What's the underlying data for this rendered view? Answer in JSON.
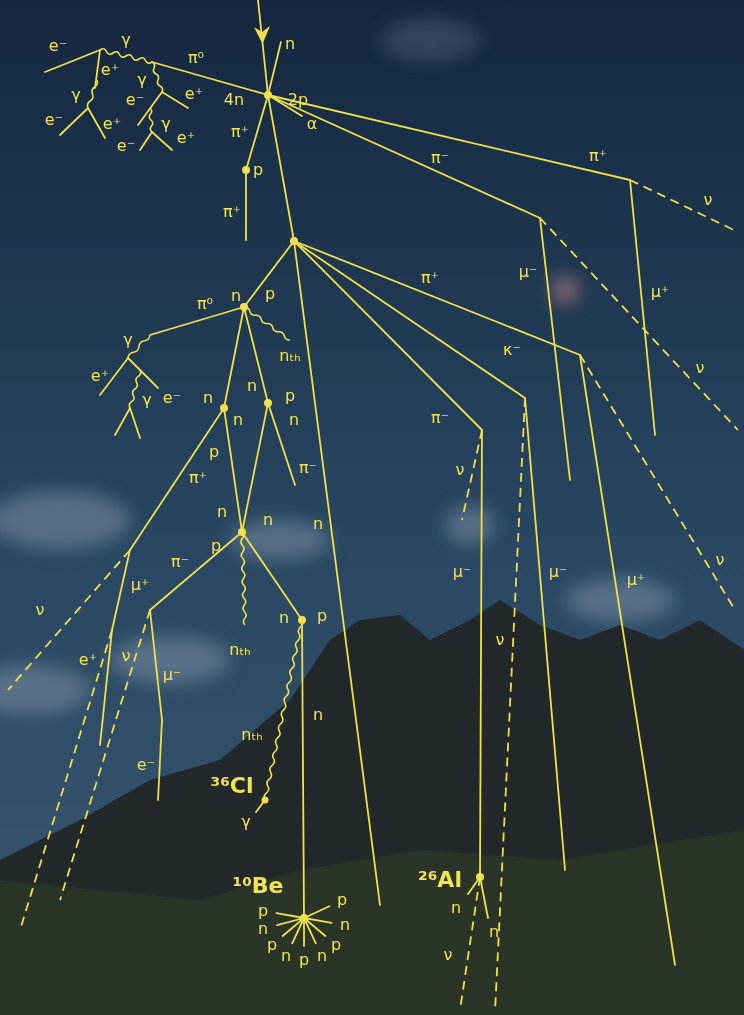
{
  "diagram": {
    "labels": [
      "n",
      "4n",
      "2p",
      "π⁰",
      "γ",
      "e⁻",
      "e⁺",
      "γ",
      "e⁻",
      "e⁺",
      "γ",
      "e⁻",
      "e⁺",
      "γ",
      "e⁻",
      "e⁺",
      "π⁺",
      "α",
      "p",
      "π⁺",
      "π⁺",
      "π⁻",
      "ν",
      "μ⁻",
      "μ⁺",
      "n",
      "p",
      "π⁰",
      "π⁺",
      "nₜₕ",
      "γ",
      "κ⁻",
      "ν",
      "e⁺",
      "n",
      "p",
      "n",
      "e⁻",
      "γ",
      "π⁻",
      "n",
      "n",
      "p",
      "π⁻",
      "ν",
      "π⁺",
      "n",
      "n",
      "n",
      "p",
      "π⁻",
      "ν",
      "μ⁻",
      "μ⁻",
      "μ⁺",
      "μ⁺",
      "ν",
      "n",
      "p",
      "ν",
      "nₜₕ",
      "ν",
      "e⁺",
      "μ⁻",
      "n",
      "nₜₕ",
      "e⁻",
      "³⁶Cl",
      "γ",
      "²⁶Al",
      "¹⁰Be",
      "p",
      "n",
      "p",
      "n",
      "n",
      "n",
      "p",
      "p",
      "ν",
      "n",
      "n",
      "p"
    ]
  }
}
